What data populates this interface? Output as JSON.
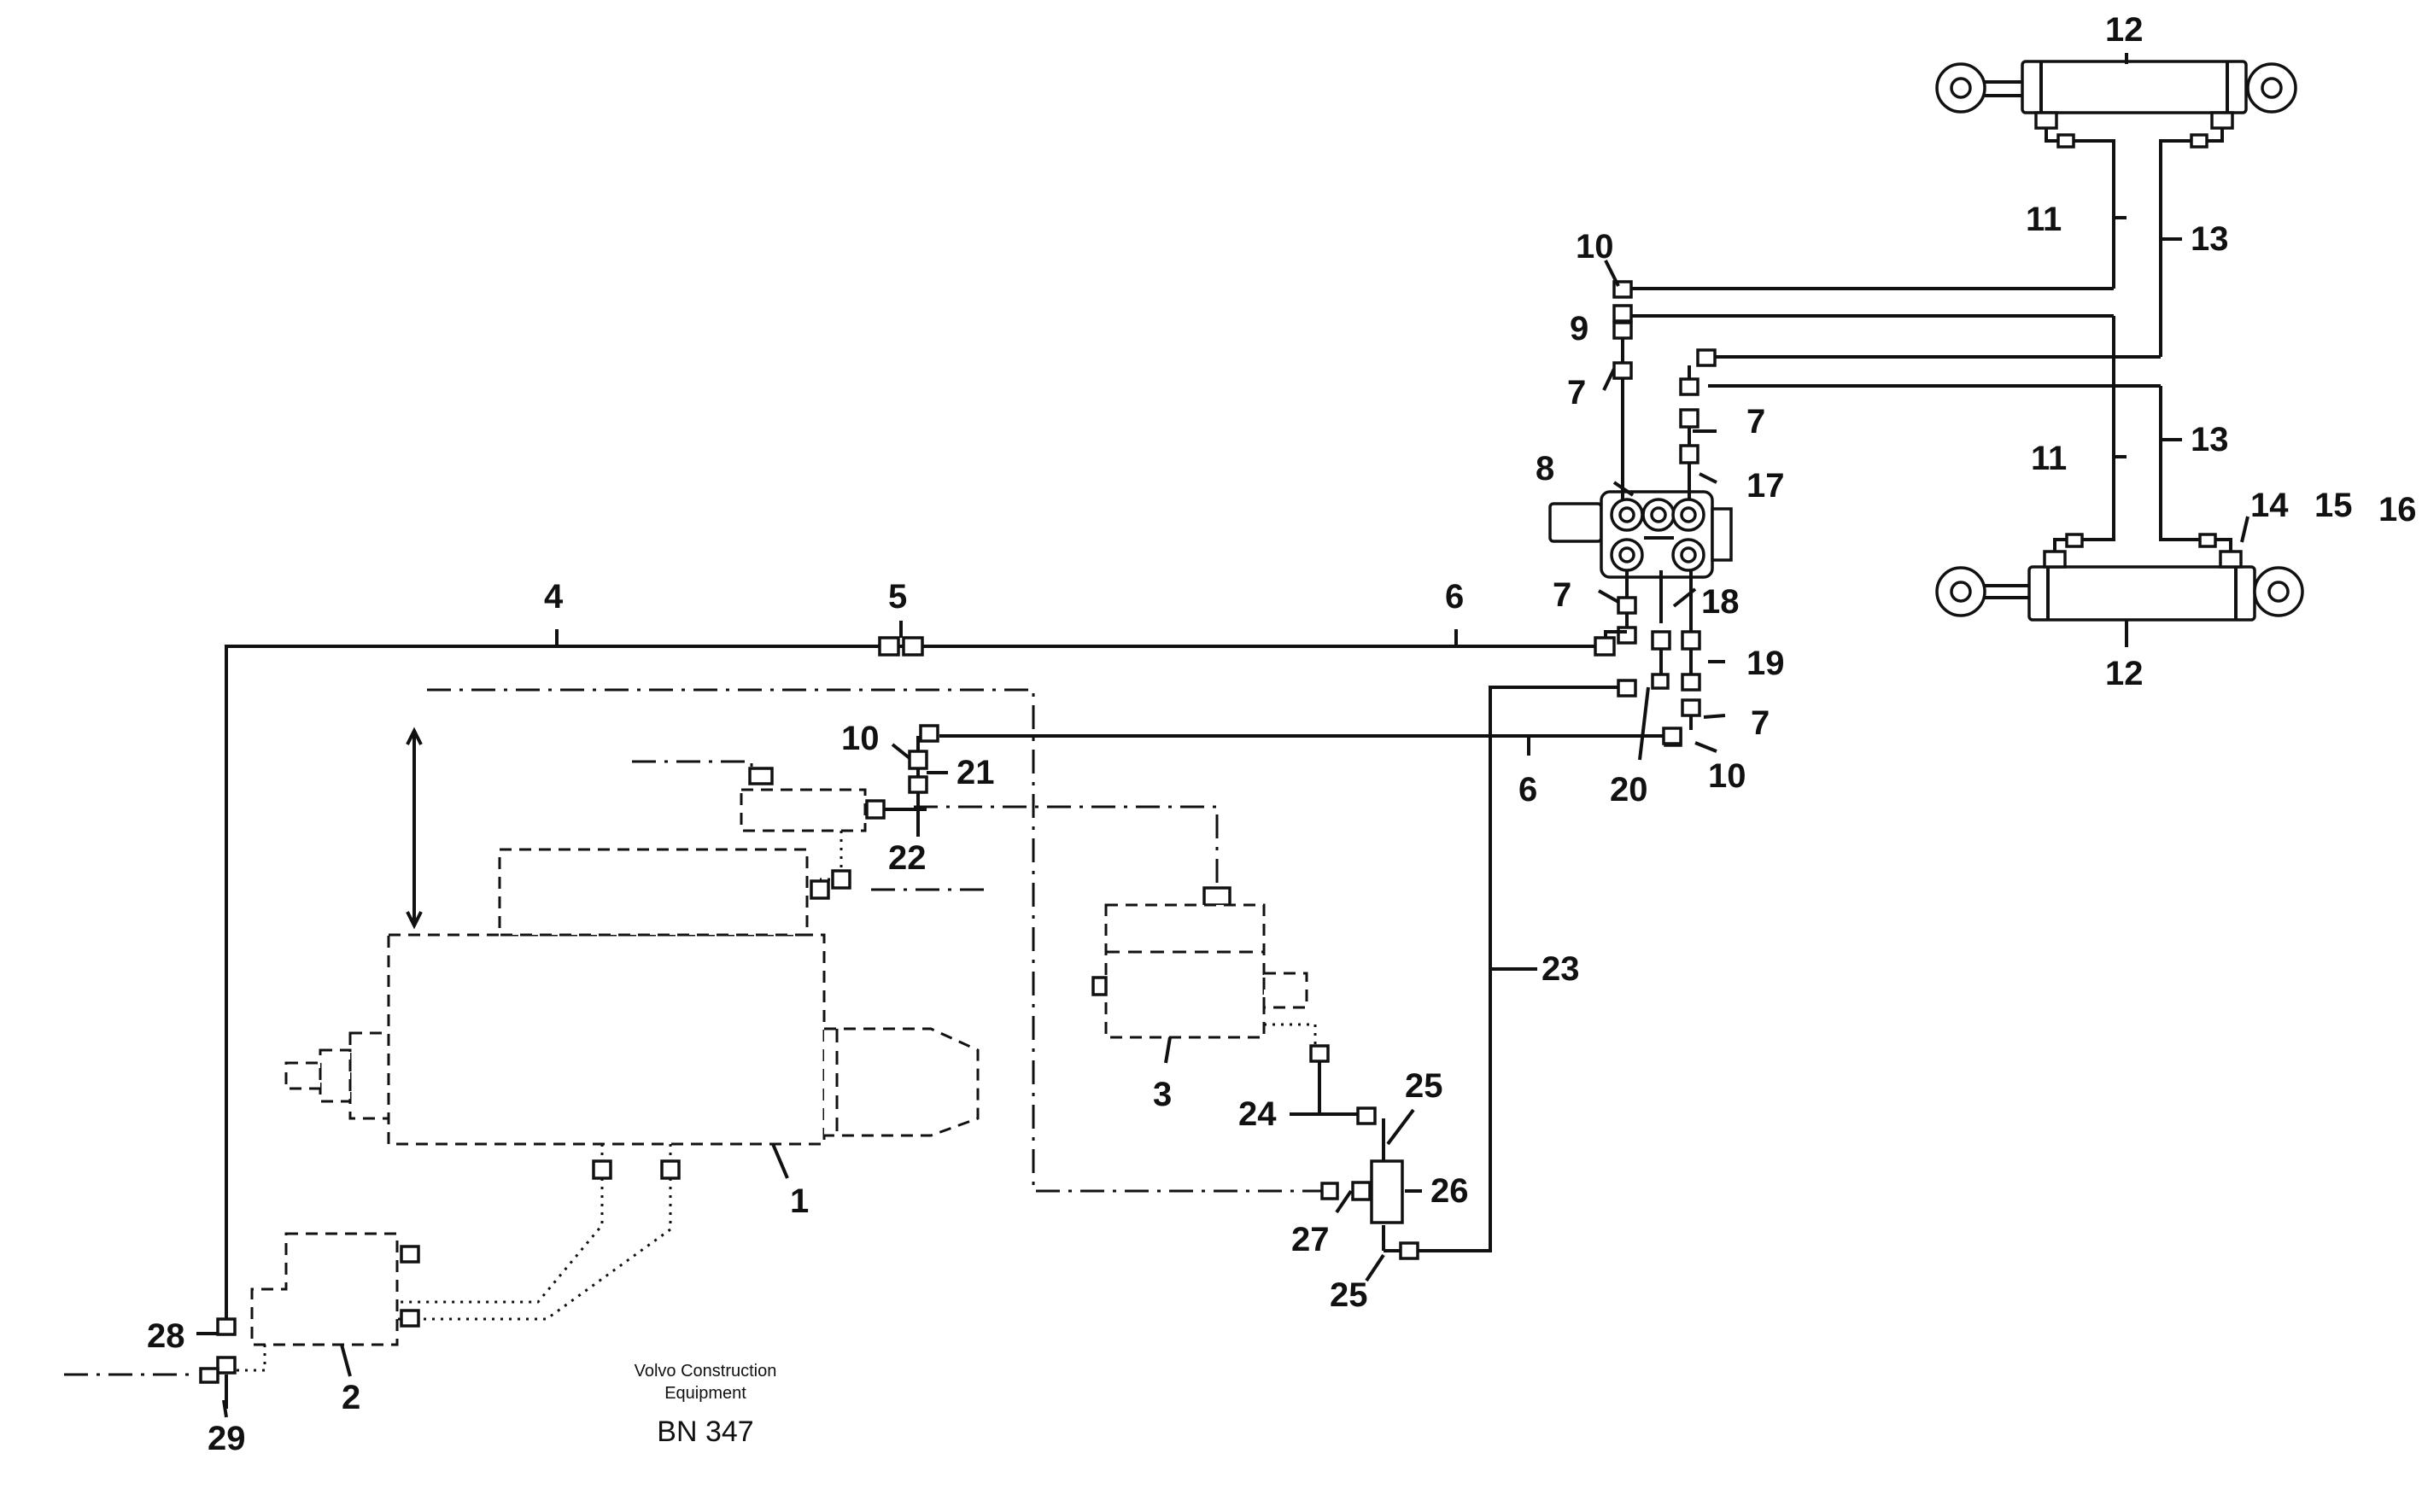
{
  "callouts": {
    "c1": "1",
    "c2": "2",
    "c3": "3",
    "c4": "4",
    "c5": "5",
    "c6a": "6",
    "c6b": "6",
    "c7a": "7",
    "c7b": "7",
    "c7c": "7",
    "c7d": "7",
    "c8": "8",
    "c9": "9",
    "c10a": "10",
    "c10b": "10",
    "c10c": "10",
    "c11a": "11",
    "c11b": "11",
    "c12a": "12",
    "c12b": "12",
    "c13a": "13",
    "c13b": "13",
    "c14": "14",
    "c15": "15",
    "c16": "16",
    "c17": "17",
    "c18": "18",
    "c19": "19",
    "c20": "20",
    "c21": "21",
    "c22": "22",
    "c23": "23",
    "c24": "24",
    "c25a": "25",
    "c25b": "25",
    "c26": "26",
    "c27": "27",
    "c28": "28",
    "c29": "29"
  },
  "footer": {
    "company_line1": "Volvo Construction",
    "company_line2": "Equipment",
    "drawing_code": "BN 347"
  }
}
